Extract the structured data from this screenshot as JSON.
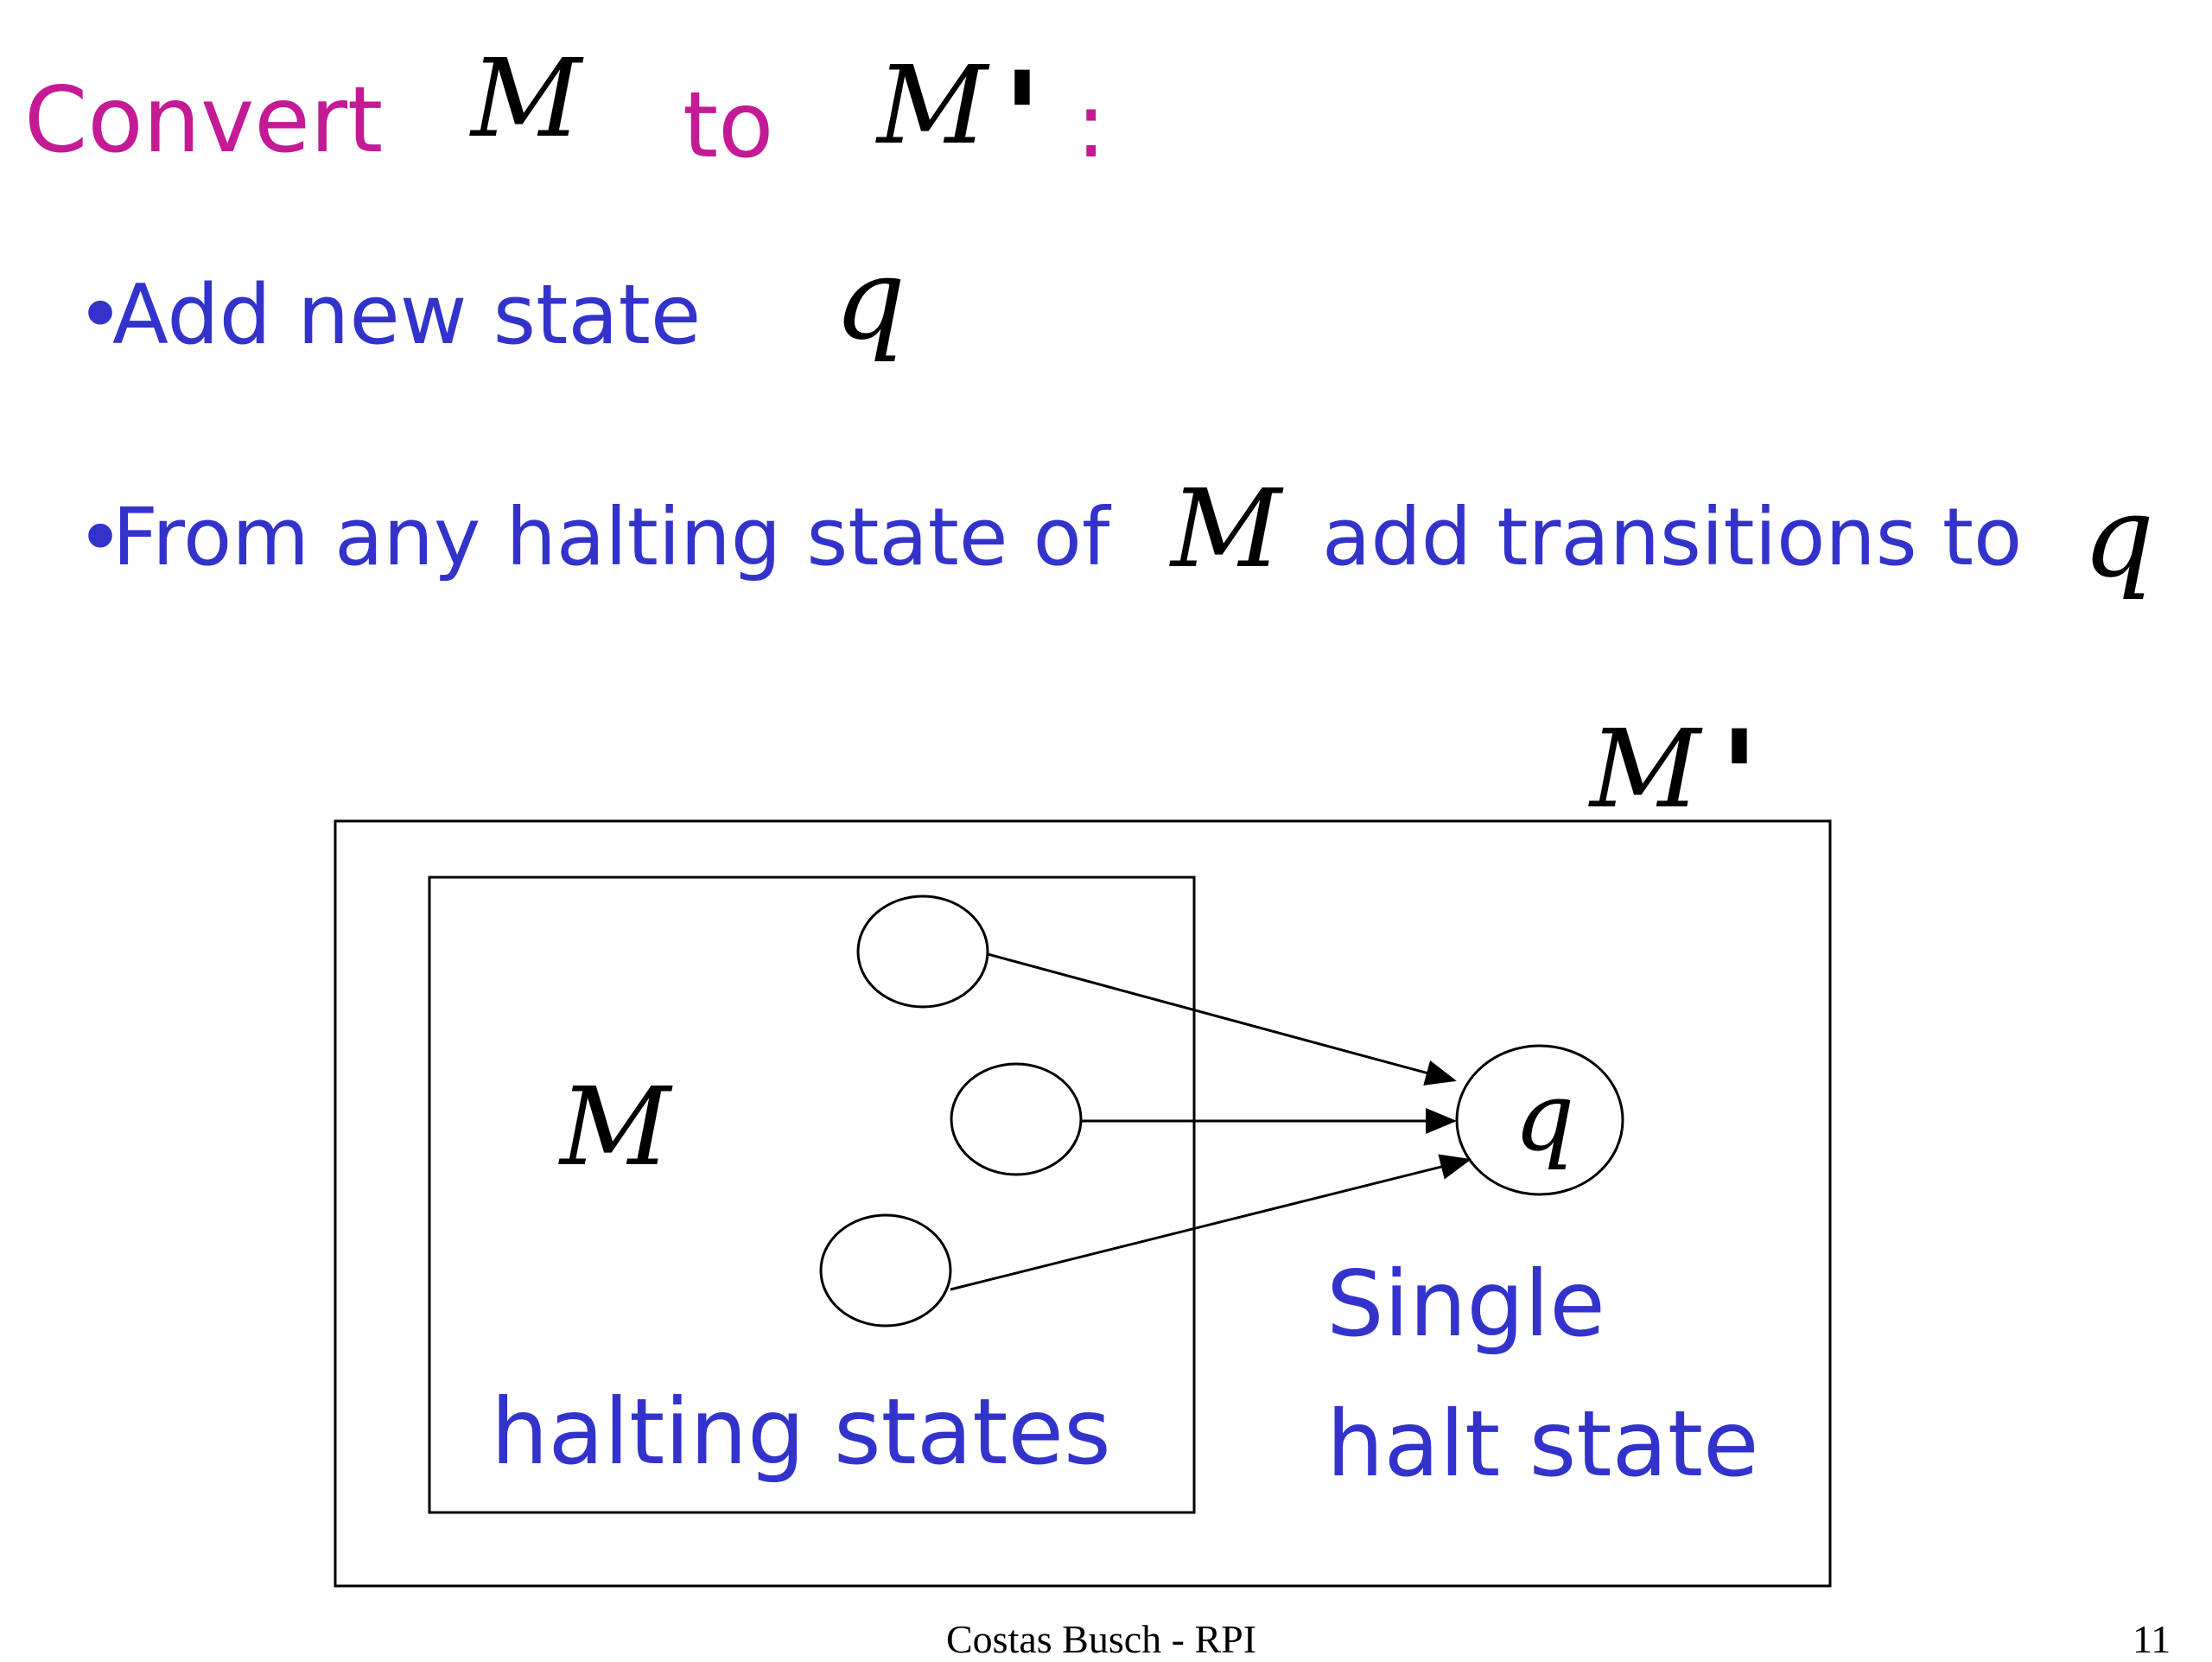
{
  "title": {
    "convert": "Convert",
    "m": "M",
    "to": "to",
    "m_prime": "M",
    "prime_mark": "'",
    "colon": ":"
  },
  "bullets": [
    {
      "marker": "•",
      "text": "Add new state",
      "symbol": "q"
    },
    {
      "marker": "•",
      "text_before": "From any halting state of",
      "machine": "M",
      "text_after": "add transitions to",
      "symbol": "q"
    }
  ],
  "diagram": {
    "outer_label": "M",
    "outer_prime": "'",
    "inner_label": "M",
    "halting_states_caption": "halting states",
    "final_state_label": "q",
    "single_halt_line1": "Single",
    "single_halt_line2": "halt state"
  },
  "footer": {
    "author": "Costas Busch - RPI",
    "page_number": "11"
  },
  "colors": {
    "title": "#c41a96",
    "body_text": "#3333cc",
    "math": "#000000"
  }
}
